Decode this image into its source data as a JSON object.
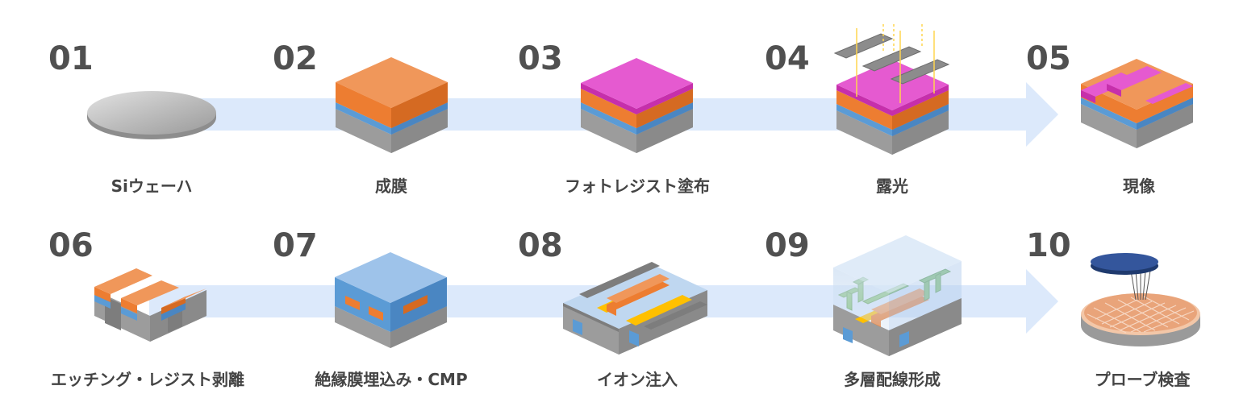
{
  "steps": [
    {
      "number": "01",
      "label": "Siウェーハ"
    },
    {
      "number": "02",
      "label": "成膜"
    },
    {
      "number": "03",
      "label": "フォトレジスト塗布"
    },
    {
      "number": "04",
      "label": "露光"
    },
    {
      "number": "05",
      "label": "現像"
    },
    {
      "number": "06",
      "label": "エッチング・レジスト剥離"
    },
    {
      "number": "07",
      "label": "絶縁膜埋込み・CMP"
    },
    {
      "number": "08",
      "label": "イオン注入"
    },
    {
      "number": "09",
      "label": "多層配線形成"
    },
    {
      "number": "10",
      "label": "プローブ検査"
    }
  ],
  "colors": {
    "number_text": "#505050",
    "label_text": "#444444",
    "arrow": "#dce9fb",
    "silicon": "#9a9a9a",
    "oxide_blue": "#5b9bd5",
    "film_orange": "#ed7d31",
    "resist_magenta": "#e040c8",
    "implant_yellow": "#ffc000",
    "wiring_green": "#7fbf6a",
    "probe_navy": "#2f4f8f",
    "light_rays": "#ffd54f"
  }
}
